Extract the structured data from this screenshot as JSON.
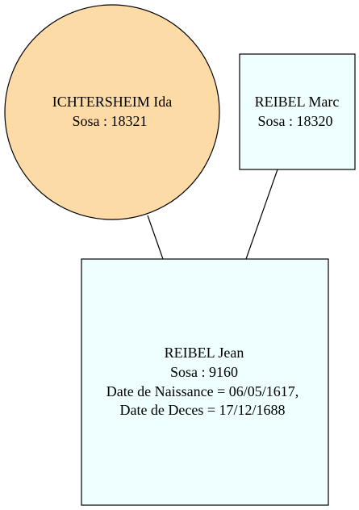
{
  "colors": {
    "mother_fill": "#fcdba6",
    "person_fill": "#effefe",
    "stroke": "#000000",
    "background": "#ffffff"
  },
  "nodes": {
    "mother": {
      "name": "ICHTERSHEIM Ida",
      "sosa": "Sosa : 18321"
    },
    "father": {
      "name": "REIBEL Marc",
      "sosa": "Sosa : 18320"
    },
    "child": {
      "name": "REIBEL Jean",
      "sosa": "Sosa : 9160",
      "birth": "Date de Naissance = 06/05/1617,",
      "death": "Date de Deces = 17/12/1688"
    }
  }
}
